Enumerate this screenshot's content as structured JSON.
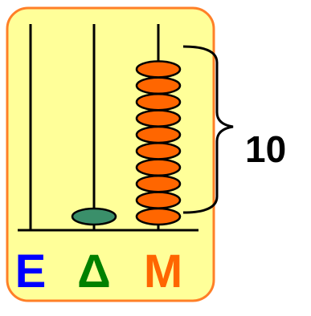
{
  "abacus": {
    "columns": [
      {
        "label": "E",
        "color": "#0000FF",
        "beads": 0
      },
      {
        "label": "Δ",
        "color": "#008000",
        "beads": 1,
        "bead_color": "#3A8F6A"
      },
      {
        "label": "M",
        "color": "#FF6600",
        "beads": 10,
        "bead_color": "#FF6600"
      }
    ],
    "frame_fill": "#FFFF99",
    "frame_stroke": "#FF7F27",
    "bracket_label": "10"
  }
}
